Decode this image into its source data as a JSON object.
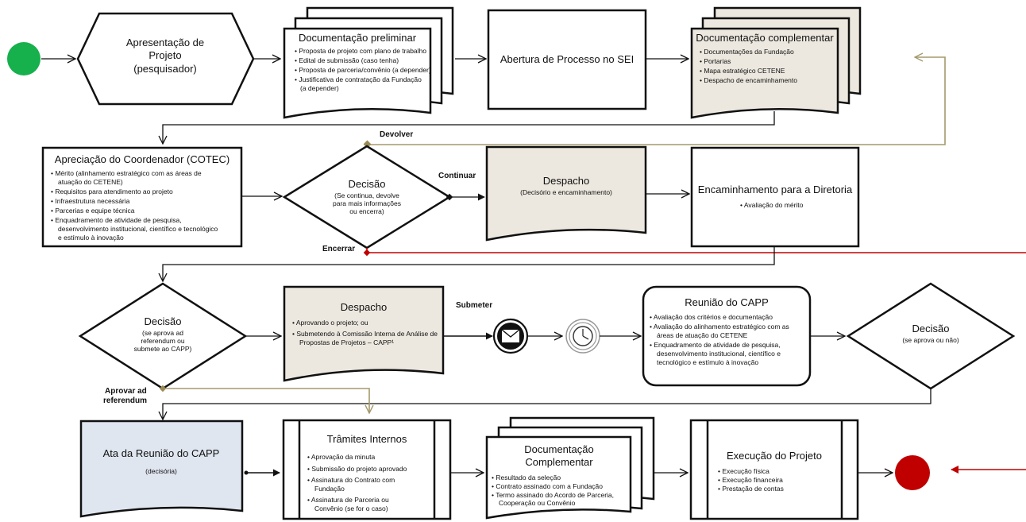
{
  "colors": {
    "start": "#16b04c",
    "end": "#c00000",
    "shaded": "#ece8df",
    "ata": "#dfe6f0",
    "olive": "#a39a6c",
    "red_line": "#c00000",
    "diamond_olive": "#9b8a56"
  },
  "icons": [
    "start-event-circle",
    "envelope-icon",
    "clock-icon",
    "end-event-circle"
  ],
  "row1": {
    "apresentacao": [
      "Apresentação de",
      "Projeto",
      "(pesquisador)"
    ],
    "doc_preliminar": {
      "title": "Documentação preliminar",
      "items": [
        "Proposta de projeto com plano de trabalho",
        "Edital de submissão (caso tenha)",
        "Proposta de parceria/convênio (a  depender)",
        "Justificativa de contratação da Fundação",
        "(a depender)"
      ]
    },
    "abertura": "Abertura de Processo no SEI",
    "doc_complementar": {
      "title": "Documentação complementar",
      "items": [
        "Documentações da Fundação",
        "Portarias",
        "Mapa estratégico CETENE",
        "Despacho de encaminhamento"
      ]
    }
  },
  "row2": {
    "devolver_label": "Devolver",
    "apreciacao": {
      "title": "Apreciação do Coordenador (COTEC)",
      "items": [
        "Mérito (alinhamento estratégico com as áreas de",
        "atuação do CETENE)",
        "Requisitos para atendimento ao projeto",
        "Infraestrutura necessária",
        "Parcerias e equipe técnica",
        "Enquadramento de atividade de pesquisa,",
        "desenvolvimento institucional, científico e tecnológico",
        "e estímulo à inovação"
      ]
    },
    "decisao": {
      "title": "Decisão",
      "sub": [
        "(Se continua, devolve",
        "para mais informações",
        "ou encerra)"
      ]
    },
    "continuar_label": "Continuar",
    "encerrar_label": "Encerrar",
    "despacho": {
      "title": "Despacho",
      "sub": "(Decisório e encaminhamento)"
    },
    "encaminhamento": {
      "title": "Encaminhamento  para a Diretoria",
      "items": [
        "Avaliação do mérito"
      ]
    }
  },
  "row3": {
    "decisao": {
      "title": "Decisão",
      "sub": [
        "(se aprova ad",
        "referendum ou",
        "submete ao CAPP)"
      ]
    },
    "despacho": {
      "title": "Despacho",
      "items": [
        "Aprovando o projeto; ou",
        "Submetendo à Comissão Interna de Análise de",
        "Propostas de Projetos – CAPP¹"
      ]
    },
    "submeter_label": "Submeter",
    "reuniao": {
      "title": "Reunião do CAPP",
      "items": [
        "Avaliação dos critérios e documentação",
        "Avaliação do alinhamento estratégico com as",
        "áreas de atuação do CETENE",
        "Enquadramento de atividade de pesquisa,",
        "desenvolvimento institucional, científico e",
        "tecnológico  e estímulo à inovação"
      ]
    },
    "decisao2": {
      "title": "Decisão",
      "sub": "(se aprova ou não)"
    },
    "aprovar_label": [
      "Aprovar ad",
      "referendum"
    ]
  },
  "row4": {
    "ata": {
      "title": "Ata da Reunião do CAPP",
      "sub": "(decisória)"
    },
    "tramites": {
      "title": "Trâmites Internos",
      "items": [
        "Aprovação da minuta",
        "Submissão do projeto aprovado",
        "Assinatura do Contrato com",
        "Fundação",
        "Assinatura de Parceria ou",
        "Convênio (se for o caso)"
      ]
    },
    "doc_complementar": {
      "title": [
        "Documentação",
        "Complementar"
      ],
      "items": [
        "Resultado da seleção",
        "Contrato  assinado com a Fundação",
        "Termo assinado do Acordo de Parceria,",
        "Cooperação ou Convênio"
      ]
    },
    "execucao": {
      "title": "Execução do Projeto",
      "items": [
        "Execução física",
        "Execução financeira",
        "Prestação de contas"
      ]
    }
  }
}
